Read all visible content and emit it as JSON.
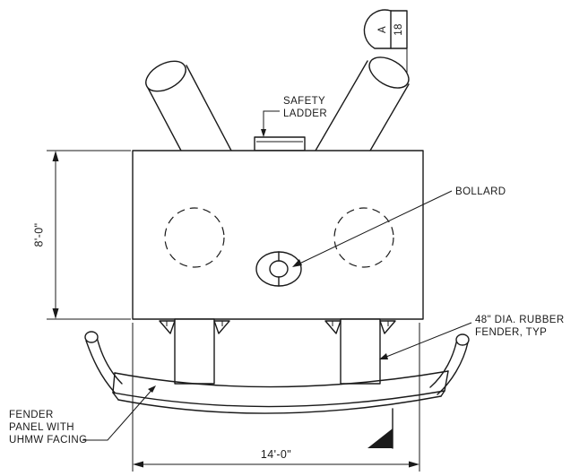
{
  "section_marker": {
    "letter": "A",
    "sheet": "18"
  },
  "labels": {
    "safety_ladder": [
      "SAFETY",
      "LADDER"
    ],
    "bollard": "BOLLARD",
    "rubber_fender": [
      "48\" DIA. RUBBER",
      "FENDER, TYP"
    ],
    "fender_panel": [
      "FENDER",
      "PANEL WITH",
      "UHMW FACING"
    ]
  },
  "dimensions": {
    "height": "8'-0\"",
    "width": "14'-0\""
  }
}
